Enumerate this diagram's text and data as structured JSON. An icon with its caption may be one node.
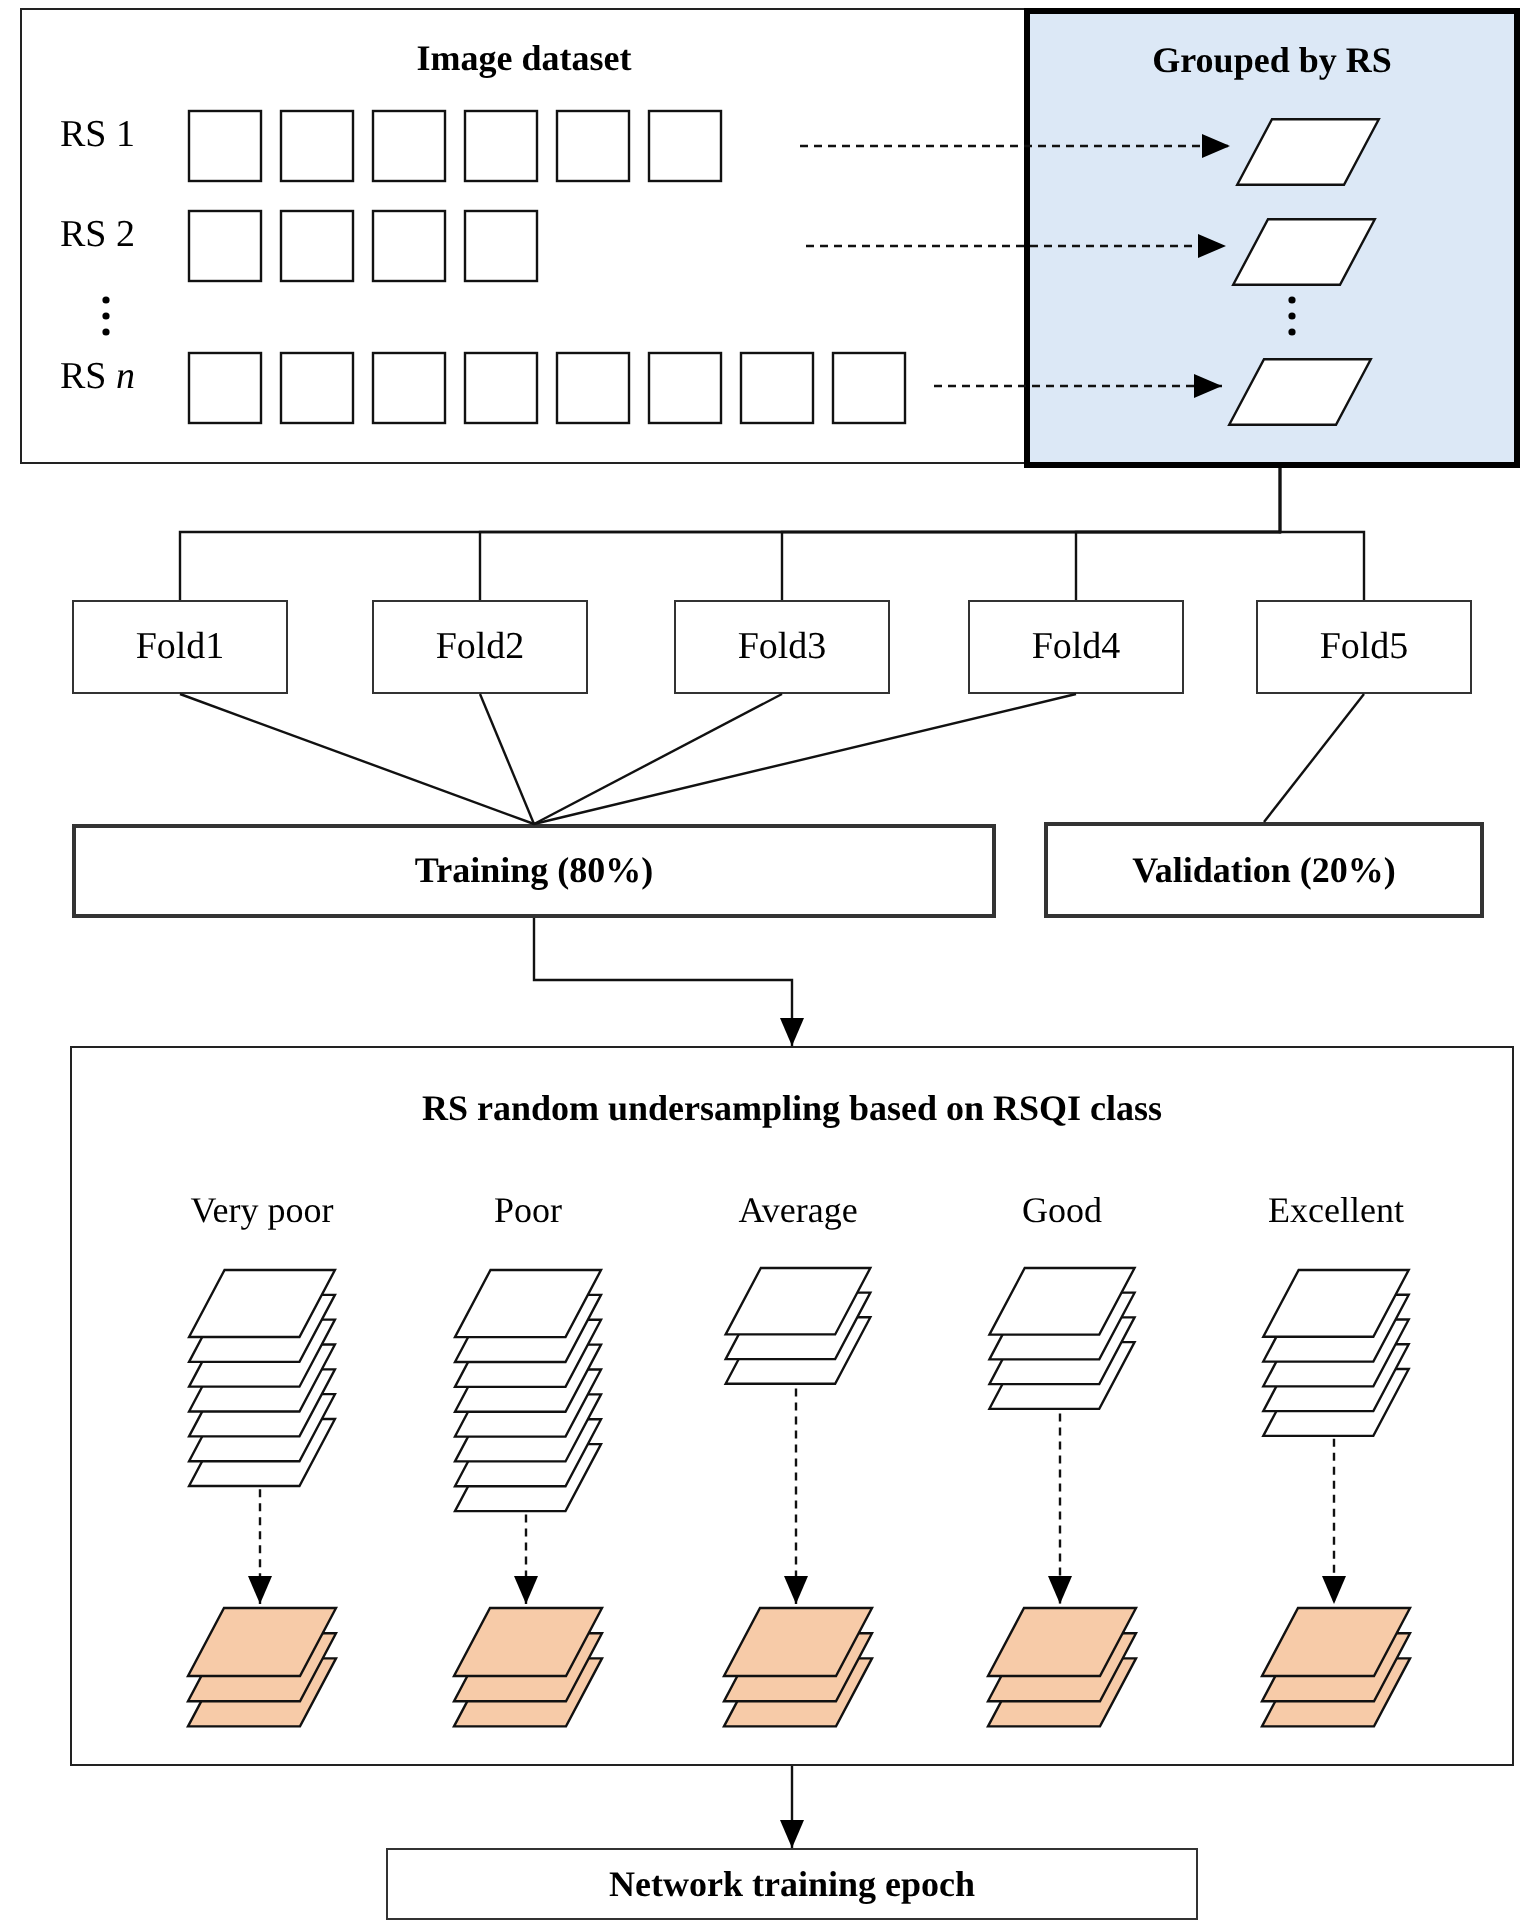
{
  "diagram": {
    "nodes": [
      {
        "text": [
          "Image dataset"
        ]
      },
      {
        "text": [
          "Grouped by RS"
        ]
      },
      {
        "text": [],
        "shape": "parallelogram",
        "in": 1
      },
      {
        "text": [],
        "shape": "parallelogram",
        "in": 1
      },
      {
        "text": [],
        "shape": "parallelogram",
        "in": 1
      },
      {
        "text": [
          "Fold1"
        ]
      },
      {
        "text": [
          "Fold2"
        ]
      },
      {
        "text": [
          "Fold3"
        ]
      },
      {
        "text": [
          "Fold4"
        ]
      },
      {
        "text": [
          "Fold5"
        ]
      },
      {
        "text": [
          "Training (80%)"
        ]
      },
      {
        "text": [
          "Validation (20%)"
        ]
      },
      {
        "text": [
          "RS random undersampling based on RSQI class"
        ]
      },
      {
        "text": [
          "Very poor"
        ],
        "in": 12
      },
      {
        "text": [
          "Poor"
        ],
        "in": 12
      },
      {
        "text": [
          "Average"
        ],
        "in": 12
      },
      {
        "text": [
          "Good"
        ],
        "in": 12
      },
      {
        "text": [
          "Excellent"
        ],
        "in": 12
      },
      {
        "text": [],
        "shape": "stack",
        "in": 12
      },
      {
        "text": [],
        "shape": "stack",
        "in": 12
      },
      {
        "text": [],
        "shape": "stack",
        "in": 12
      },
      {
        "text": [],
        "shape": "stack",
        "in": 12
      },
      {
        "text": [],
        "shape": "stack",
        "in": 12
      },
      {
        "text": [
          "Network training epoch"
        ]
      }
    ],
    "edges": [
      {
        "from": 0,
        "to": 2,
        "arrow": "to",
        "style": "dashed"
      },
      {
        "from": 0,
        "to": 3,
        "arrow": "to",
        "style": "dashed"
      },
      {
        "from": 0,
        "to": 4,
        "arrow": "to",
        "style": "dashed"
      },
      {
        "from": 1,
        "to": 5,
        "arrow": "none"
      },
      {
        "from": 1,
        "to": 6,
        "arrow": "none"
      },
      {
        "from": 1,
        "to": 7,
        "arrow": "none"
      },
      {
        "from": 1,
        "to": 8,
        "arrow": "none"
      },
      {
        "from": 1,
        "to": 9,
        "arrow": "none"
      },
      {
        "from": 5,
        "to": 10,
        "arrow": "none"
      },
      {
        "from": 6,
        "to": 10,
        "arrow": "none"
      },
      {
        "from": 7,
        "to": 10,
        "arrow": "none"
      },
      {
        "from": 8,
        "to": 10,
        "arrow": "none"
      },
      {
        "from": 9,
        "to": 11,
        "arrow": "none"
      },
      {
        "from": 10,
        "to": 12,
        "arrow": "to"
      },
      {
        "from": 13,
        "to": 18,
        "arrow": "to",
        "style": "dashed"
      },
      {
        "from": 14,
        "to": 19,
        "arrow": "to",
        "style": "dashed"
      },
      {
        "from": 15,
        "to": 20,
        "arrow": "to",
        "style": "dashed"
      },
      {
        "from": 16,
        "to": 21,
        "arrow": "to",
        "style": "dashed"
      },
      {
        "from": 17,
        "to": 22,
        "arrow": "to",
        "style": "dashed"
      },
      {
        "from": 12,
        "to": 23,
        "arrow": "to"
      }
    ],
    "labels": [
      "RS 1",
      "RS 2",
      "RS *n*"
    ]
  }
}
